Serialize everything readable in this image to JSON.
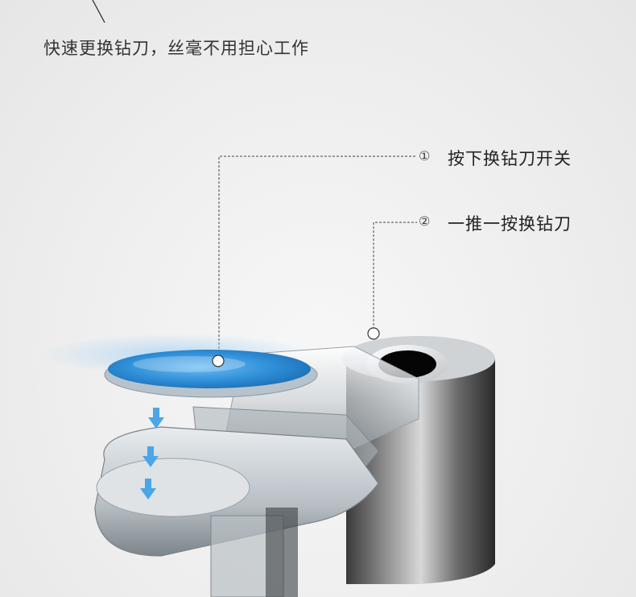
{
  "headline": "快速更换钻刀，丝毫不用担心工作",
  "callouts": [
    {
      "marker": "①",
      "label": "按下换钻刀开关"
    },
    {
      "marker": "②",
      "label": "一推一按换钻刀"
    }
  ],
  "colors": {
    "button_blue": "#3a9be0",
    "text": "#222222",
    "background": "#eeeeee"
  },
  "icons": [
    "down-arrow-icon",
    "down-arrow-icon",
    "down-arrow-icon"
  ]
}
